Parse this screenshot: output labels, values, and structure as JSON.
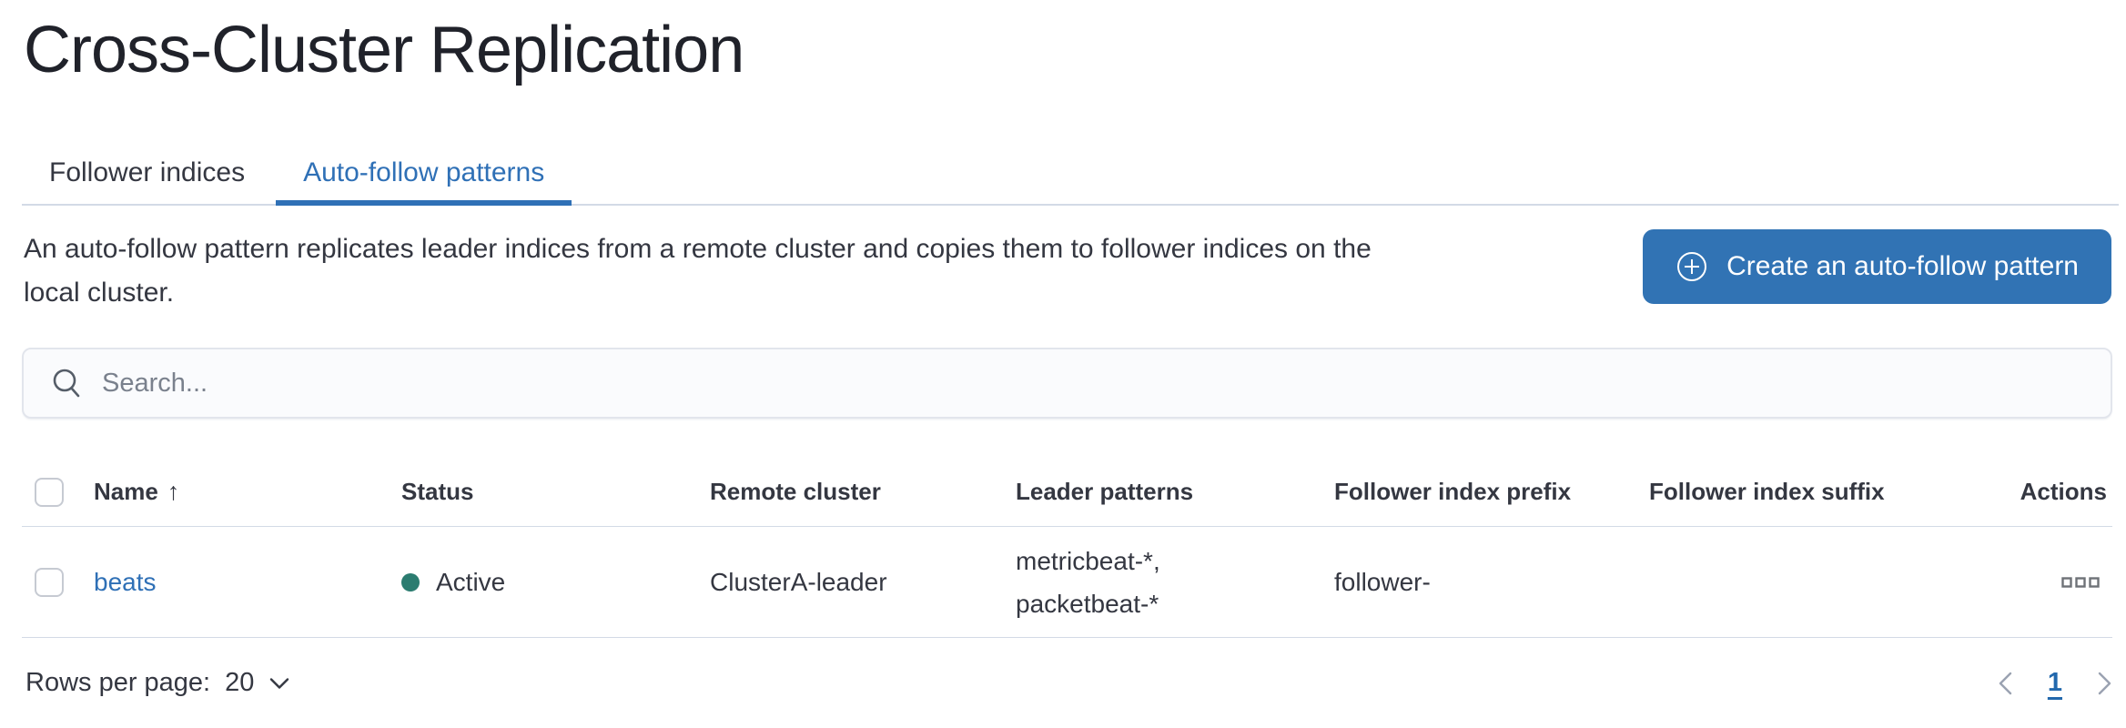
{
  "page": {
    "title": "Cross-Cluster Replication"
  },
  "tabs": [
    {
      "label": "Follower indices",
      "active": false
    },
    {
      "label": "Auto-follow patterns",
      "active": true
    }
  ],
  "description_lines": [
    "An auto-follow pattern replicates leader indices from a remote cluster and copies them to follower indices on the",
    "local cluster."
  ],
  "create_button": {
    "label": "Create an auto-follow pattern"
  },
  "search": {
    "placeholder": "Search..."
  },
  "icons": {
    "sort_ascending_arrow": "↑"
  },
  "table": {
    "columns": [
      "Name",
      "Status",
      "Remote cluster",
      "Leader patterns",
      "Follower index prefix",
      "Follower index suffix",
      "Actions"
    ],
    "sort": {
      "column": "Name",
      "direction": "ascending"
    },
    "rows": [
      {
        "name": "beats",
        "status": "Active",
        "remote_cluster": "ClusterA-leader",
        "leader_patterns": [
          "metricbeat-*,",
          "packetbeat-*"
        ],
        "follower_index_prefix": "follower-",
        "follower_index_suffix": ""
      }
    ]
  },
  "footer": {
    "rows_per_page_label": "Rows per page:",
    "rows_per_page_value": "20",
    "current_page": "1"
  },
  "colors": {
    "primary": "#3173b4",
    "link": "#2f70b6",
    "status_active_dot": "#2b7c70",
    "text": "#343741",
    "subdued_text": "#69707d",
    "border": "#d3dae6"
  }
}
